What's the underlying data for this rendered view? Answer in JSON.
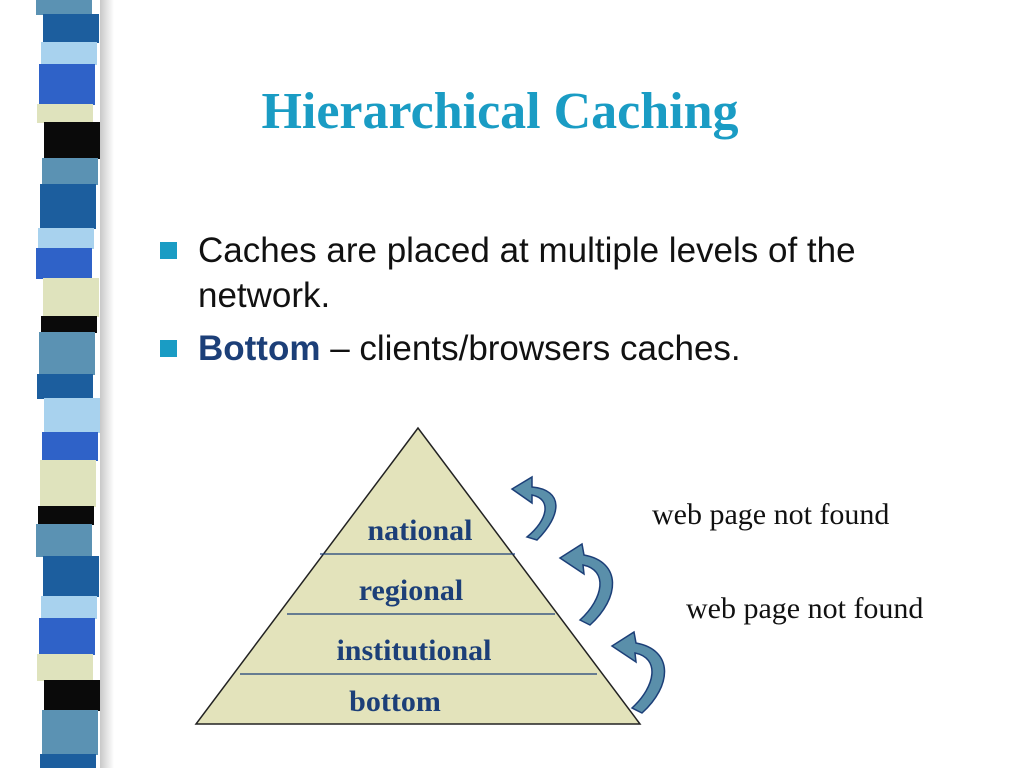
{
  "title": "Hierarchical Caching",
  "bullets": [
    {
      "text": "Caches are placed at multiple levels of the network.",
      "bold": ""
    },
    {
      "bold": "Bottom",
      "text": " – clients/browsers caches."
    }
  ],
  "pyramid_levels": [
    "national",
    "regional",
    "institutional",
    "bottom"
  ],
  "notes": [
    "web page not found",
    "web page not found"
  ],
  "colors": {
    "title": "#1a9cc4",
    "bullet": "#1a9cc4",
    "bold_text": "#1c3f78",
    "pyramid_fill": "#e3e3bb",
    "arrow_fill": "#5a8faa",
    "stripe": [
      "#1c5e9e",
      "#5b92b3",
      "#0a0a0a",
      "#dfe3bd",
      "#2f62c8",
      "#a8d2ee"
    ]
  },
  "icons": [
    "curved-arrow-icon",
    "bullet-square-icon"
  ]
}
